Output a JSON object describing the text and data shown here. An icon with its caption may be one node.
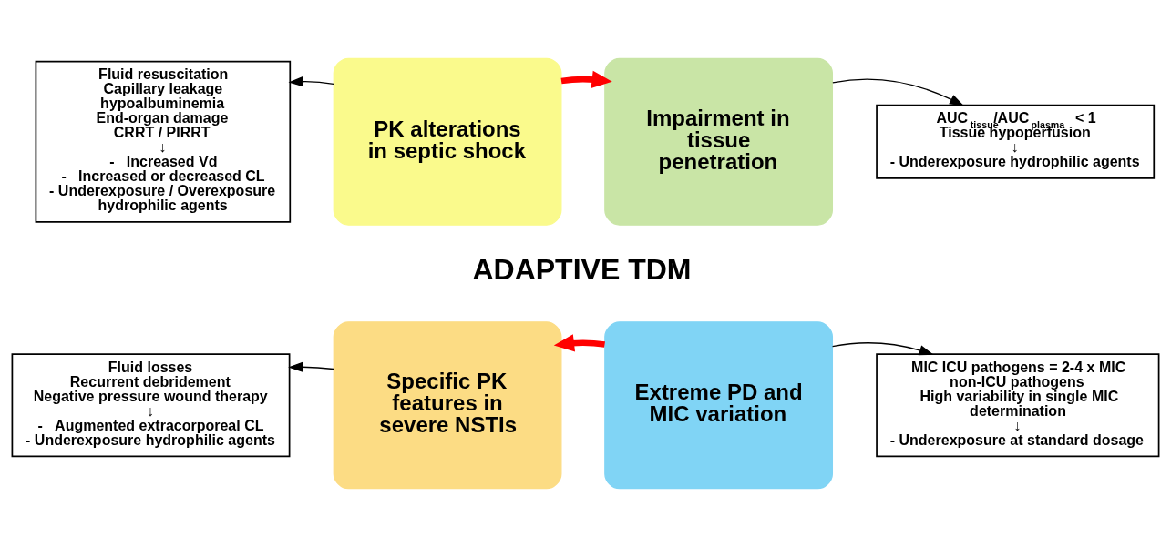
{
  "diagram": {
    "nodes": [
      {
        "text": [
          "Fluid resuscitation",
          "Capillary leakage",
          "hypoalbuminemia",
          "End-organ damage",
          "CRRT / PIRRT",
          "↓",
          "-   Increased Vd",
          "-   Increased or decreased CL",
          "- Underexposure / Overexposure hydrophilic agents"
        ]
      },
      {
        "text": [
          "PK alterations in septic shock"
        ]
      },
      {
        "text": [
          "Impairment in tissue penetration"
        ]
      },
      {
        "text": [
          "AUC$_{tissue}$/AUC$_{plasma}$ < 1",
          "Tissue hypoperfusion",
          "↓",
          "- Underexposure hydrophilic agents"
        ]
      },
      {
        "text": [
          "Fluid losses",
          "Recurrent debridement",
          "Negative pressure wound therapy",
          "↓",
          "-   Augmented extracorporeal CL",
          "- Underexposure hydrophilic agents"
        ]
      },
      {
        "text": [
          "Specific PK features in severe NSTIs"
        ]
      },
      {
        "text": [
          "Extreme PD and MIC variation"
        ]
      },
      {
        "text": [
          "MIC ICU pathogens = 2-4 x MIC non-ICU pathogens",
          "High variability in single MIC determination",
          "↓",
          "- Underexposure at standard dosage"
        ]
      }
    ],
    "edges": [
      {
        "from": 1,
        "to": 0,
        "arrow": "to"
      },
      {
        "from": 2,
        "to": 3,
        "arrow": "to"
      },
      {
        "from": 5,
        "to": 4,
        "arrow": "to"
      },
      {
        "from": 6,
        "to": 7,
        "arrow": "to"
      },
      {
        "from": 1,
        "to": 2,
        "arrow": "to",
        "style": "thick",
        "color": "#ff0000"
      },
      {
        "from": 6,
        "to": 5,
        "arrow": "to",
        "style": "thick",
        "color": "#ff0000"
      }
    ],
    "labels": [
      "ADAPTIVE TDM"
    ]
  }
}
